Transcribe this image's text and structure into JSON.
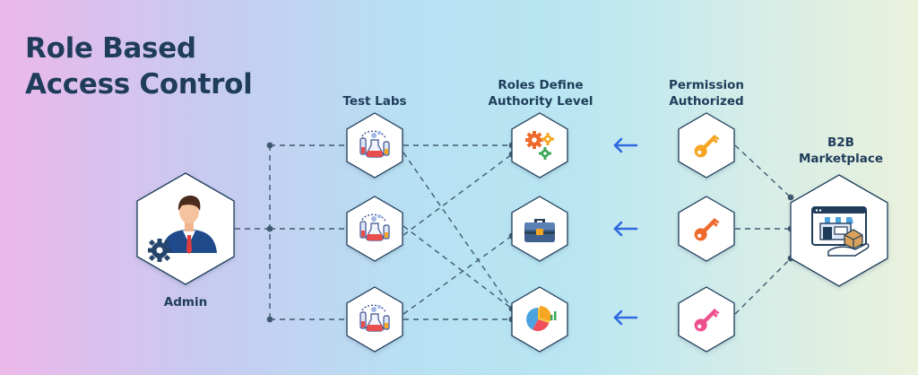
{
  "title": {
    "line1": "Role Based",
    "line2": "Access Control"
  },
  "columns": {
    "test_labs": "Test Labs",
    "roles_line1": "Roles Define",
    "roles_line2": "Authority Level",
    "permission_line1": "Permission",
    "permission_line2": "Authorized",
    "b2b_line1": "B2B",
    "b2b_line2": "Marketplace"
  },
  "admin_label": "Admin",
  "icons": {
    "admin": "admin-person-gear-icon",
    "test_labs": [
      "lab-flasks-icon",
      "lab-flasks-icon",
      "lab-flasks-icon"
    ],
    "roles": [
      "gears-icon",
      "briefcase-icon",
      "pie-chart-icon"
    ],
    "permissions": [
      "key-icon",
      "key-icon",
      "key-icon"
    ],
    "b2b": "storefront-icon"
  },
  "colors": {
    "title": "#1f3d5a",
    "connector": "#3f5a70",
    "arrow": "#2f6ae0",
    "key_yellow": "#f6a623",
    "key_orange": "#ee6a2c",
    "key_pink": "#ee4f8f"
  }
}
